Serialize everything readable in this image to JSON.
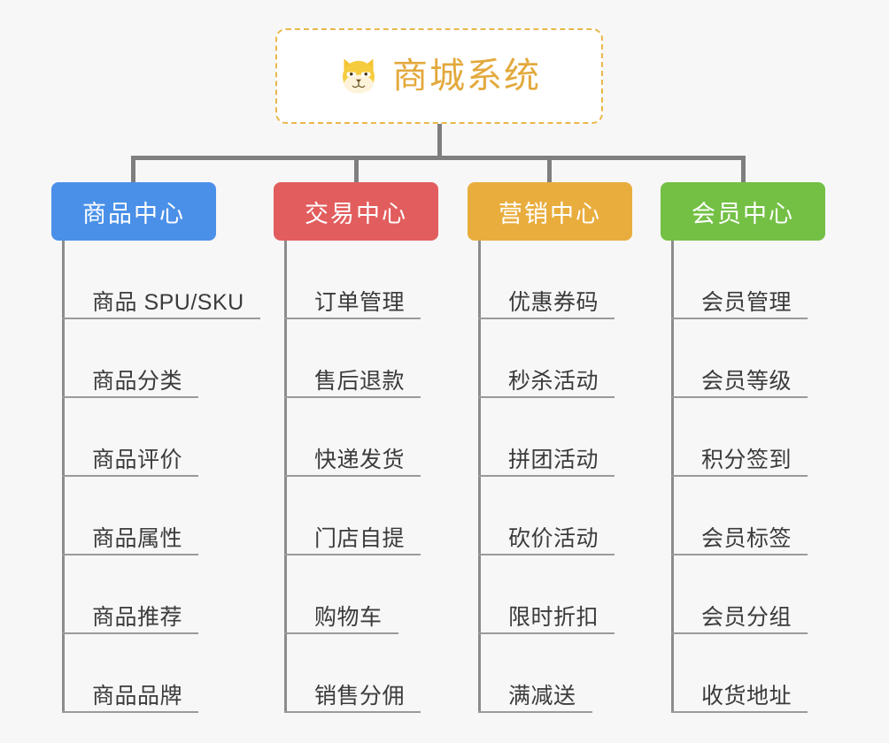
{
  "diagram": {
    "type": "mindmap",
    "background_color": "#f7f7f7",
    "root": {
      "title": "商城系统",
      "icon": "dog-face-icon",
      "text_color": "#e3a93c",
      "border_color": "#e9b84a",
      "border_style": "dashed",
      "fill": "#ffffff"
    },
    "connector_color": "#7f7f7f",
    "branches": [
      {
        "label": "商品中心",
        "color": "#4a90e8",
        "items": [
          "商品 SPU/SKU",
          "商品分类",
          "商品评价",
          "商品属性",
          "商品推荐",
          "商品品牌"
        ]
      },
      {
        "label": "交易中心",
        "color": "#e25d5d",
        "items": [
          "订单管理",
          "售后退款",
          "快递发货",
          "门店自提",
          "购物车",
          "销售分佣"
        ]
      },
      {
        "label": "营销中心",
        "color": "#e9ad3e",
        "items": [
          "优惠券码",
          "秒杀活动",
          "拼团活动",
          "砍价活动",
          "限时折扣",
          "满减送"
        ]
      },
      {
        "label": "会员中心",
        "color": "#74c045",
        "items": [
          "会员管理",
          "会员等级",
          "积分签到",
          "会员标签",
          "会员分组",
          "收货地址"
        ]
      }
    ]
  }
}
